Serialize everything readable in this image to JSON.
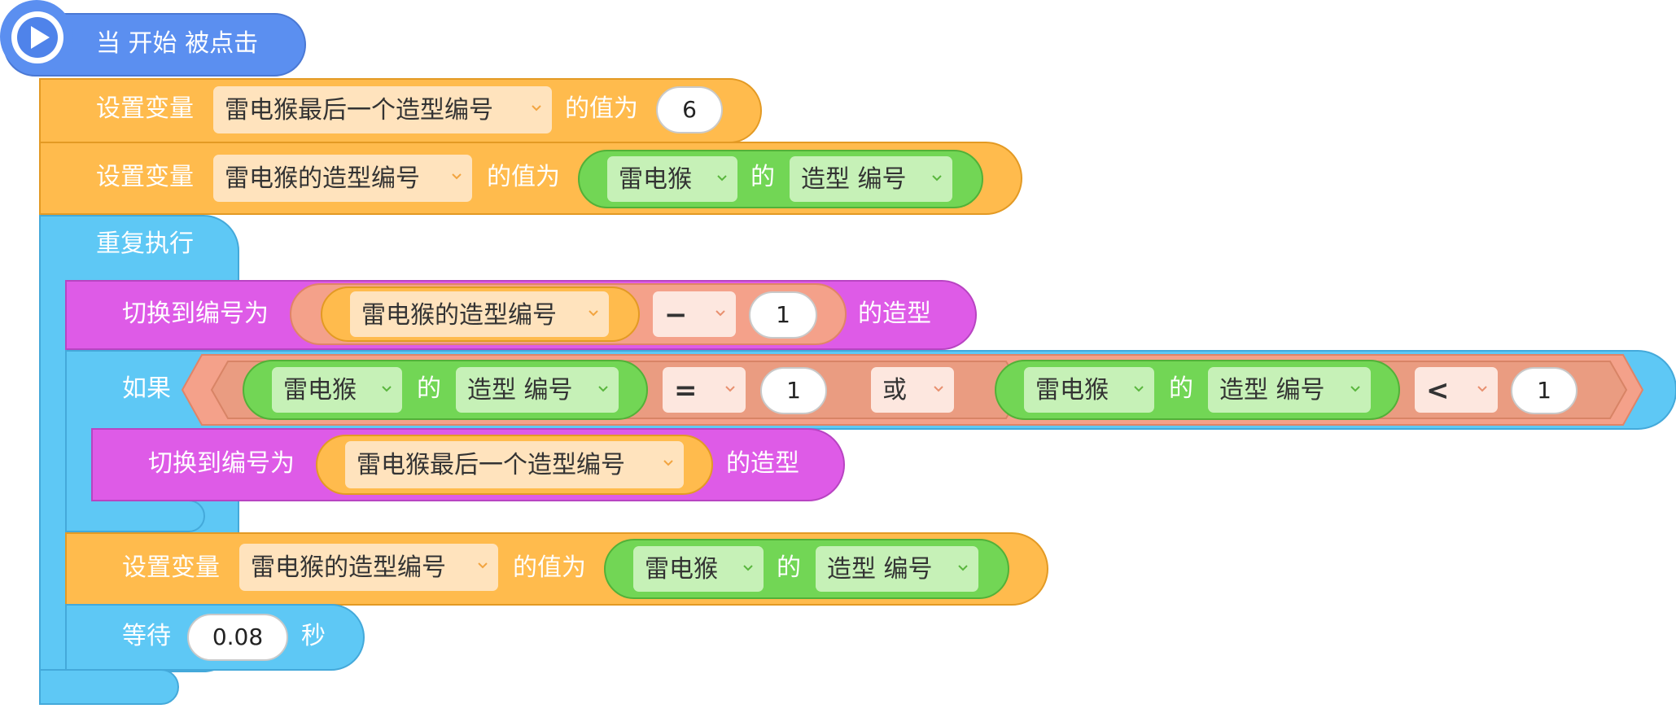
{
  "script": {
    "hat": {
      "label": "当 开始 被点击"
    },
    "set1": {
      "prefix": "设置变量",
      "variable": "雷电猴最后一个造型编号",
      "suffix": "的值为",
      "value": "6"
    },
    "set2": {
      "prefix": "设置变量",
      "variable": "雷电猴的造型编号",
      "suffix": "的值为",
      "sensor": {
        "sprite": "雷电猴",
        "of": "的",
        "property": "造型 编号"
      }
    },
    "forever": {
      "label": "重复执行"
    },
    "switch1": {
      "prefix": "切换到编号为",
      "variable": "雷电猴的造型编号",
      "operator": "−",
      "operand": "1",
      "suffix": "的造型"
    },
    "if": {
      "label": "如果",
      "left": {
        "sprite": "雷电猴",
        "of": "的",
        "property": "造型 编号",
        "operator": "=",
        "operand": "1"
      },
      "logic": "或",
      "right": {
        "sprite": "雷电猴",
        "of": "的",
        "property": "造型 编号",
        "operator": "<",
        "operand": "1"
      }
    },
    "switch2": {
      "prefix": "切换到编号为",
      "variable": "雷电猴最后一个造型编号",
      "suffix": "的造型"
    },
    "set3": {
      "prefix": "设置变量",
      "variable": "雷电猴的造型编号",
      "suffix": "的值为",
      "sensor": {
        "sprite": "雷电猴",
        "of": "的",
        "property": "造型 编号"
      }
    },
    "wait": {
      "prefix": "等待",
      "value": "0.08",
      "suffix": "秒"
    }
  },
  "colors": {
    "event": "#5b8ff0",
    "variable": "#ffbb4d",
    "control": "#5ec8f5",
    "looks": "#de5be7",
    "sensing": "#72d655",
    "operator": "#f4a18a"
  },
  "icons": {
    "start": "play-icon",
    "dropdown": "chevron-down-icon"
  }
}
